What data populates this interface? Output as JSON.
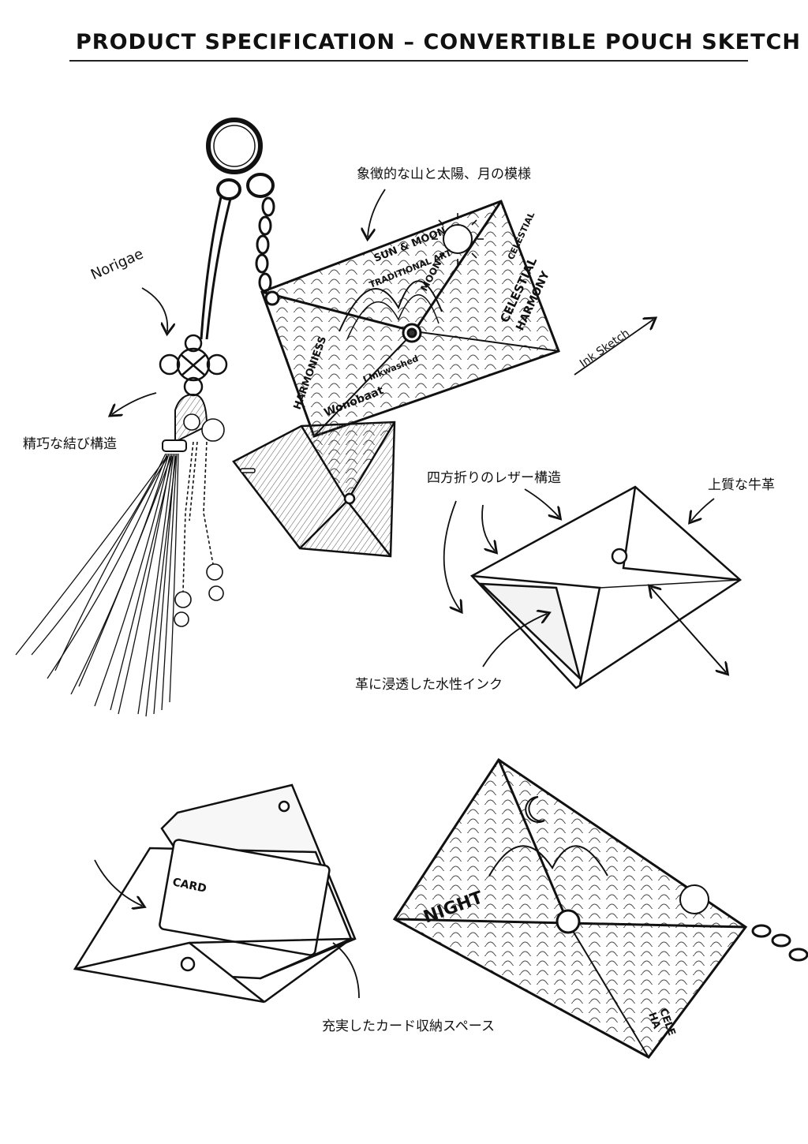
{
  "title": "PRODUCT SPECIFICATION – CONVERTIBLE POUCH SKETCH",
  "labels": {
    "motif": "象徴的な山と太陽、月の模様",
    "norigae": "Norigae",
    "knot": "精巧な結び構造",
    "ink_sketch": "Ink Sketch",
    "fold_structure": "四方折りのレザー構造",
    "leather": "上質な牛革",
    "ink": "革に浸透した水性インク",
    "card_space": "充実したカード収納スペース"
  },
  "pouch_text": {
    "sun_moon": "SUN & MOON",
    "traditional_art": "TRADITIONAL ART",
    "moon": "MOON",
    "celestial": "CELESTIAL",
    "harmony": "HARMONY",
    "harmoniess": "HARMONIESS",
    "wonobaat": "Wonobaat",
    "inkwashed": "I Inkwashed",
    "night": "NIGHT",
    "card": "CARD",
    "cele": "CELE",
    "ha": "HA"
  },
  "colors": {
    "ink": "#111111",
    "paper": "#ffffff",
    "shade": "#777777"
  }
}
